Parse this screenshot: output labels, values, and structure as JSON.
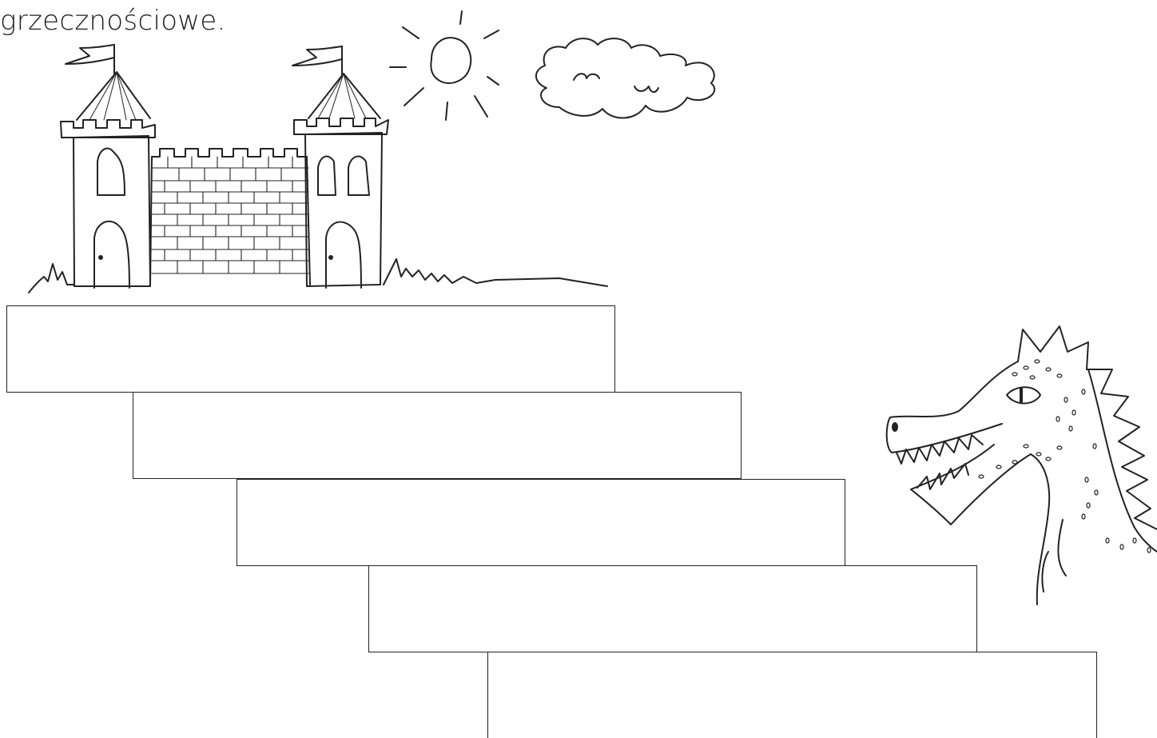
{
  "worksheet": {
    "instruction_fragment": "grzecznościowe.",
    "steps": [
      {
        "label": "step-1",
        "text": ""
      },
      {
        "label": "step-2",
        "text": ""
      },
      {
        "label": "step-3",
        "text": ""
      },
      {
        "label": "step-4",
        "text": ""
      },
      {
        "label": "step-5",
        "text": ""
      }
    ]
  },
  "illustrations": {
    "castle": "castle-drawing",
    "sun": "sun-icon",
    "cloud": "cloud-icon",
    "dragon": "dragon-drawing"
  },
  "colors": {
    "ink": "#222222",
    "background": "#ffffff"
  }
}
